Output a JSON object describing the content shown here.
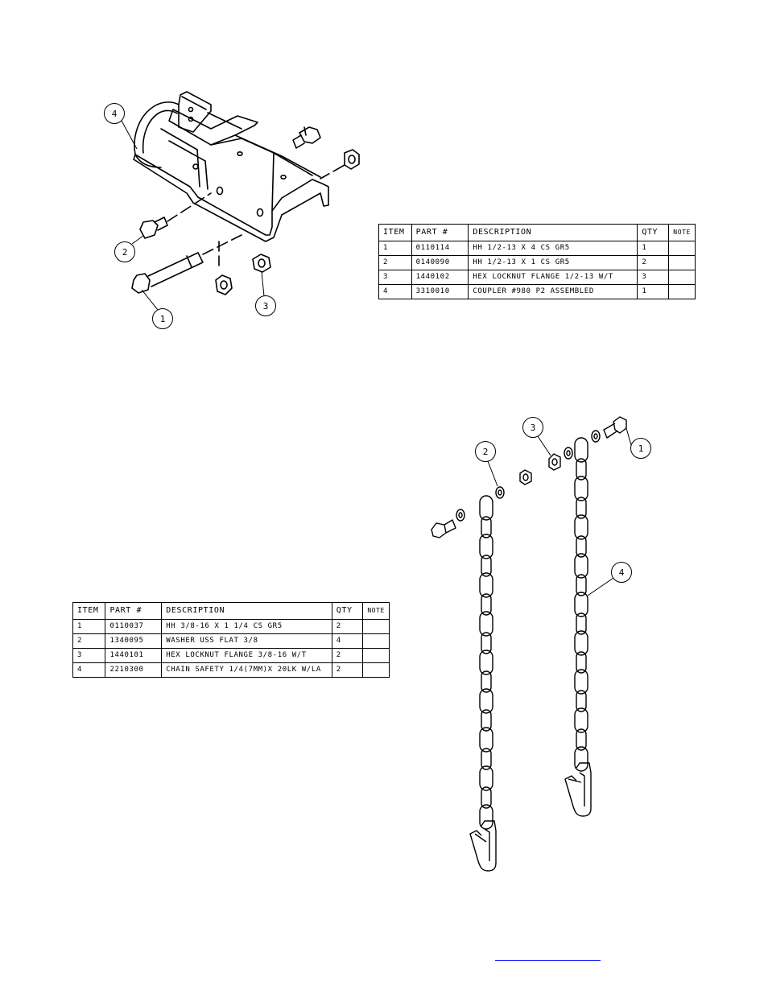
{
  "coupler_table": {
    "headers": [
      "ITEM",
      "PART #",
      "DESCRIPTION",
      "QTY",
      "NOTE"
    ],
    "rows": [
      [
        "1",
        "0110114",
        "HH 1/2-13 X 4 CS GR5",
        "1",
        ""
      ],
      [
        "2",
        "0140090",
        "HH 1/2-13 X 1 CS GR5",
        "2",
        ""
      ],
      [
        "3",
        "1440102",
        "HEX LOCKNUT FLANGE 1/2-13 W/T",
        "3",
        ""
      ],
      [
        "4",
        "3310010",
        "COUPLER #980 P2 ASSEMBLED",
        "1",
        ""
      ]
    ]
  },
  "chain_table": {
    "headers": [
      "ITEM",
      "PART #",
      "DESCRIPTION",
      "QTY",
      "NOTE"
    ],
    "rows": [
      [
        "1",
        "0110037",
        "HH 3/8-16 X 1 1/4 CS GR5",
        "2",
        ""
      ],
      [
        "2",
        "1340095",
        "WASHER USS FLAT 3/8",
        "4",
        ""
      ],
      [
        "3",
        "1440101",
        "HEX LOCKNUT FLANGE 3/8-16 W/T",
        "2",
        ""
      ],
      [
        "4",
        "2210300",
        "CHAIN SAFETY 1/4(7MM)X 20LK W/LA",
        "2",
        ""
      ]
    ]
  },
  "coupler_callouts": [
    "4",
    "2",
    "1",
    "3"
  ],
  "chain_callouts": [
    "3",
    "2",
    "1",
    "4"
  ],
  "colors": {
    "line": "#000000",
    "link": "#1a1aff"
  }
}
